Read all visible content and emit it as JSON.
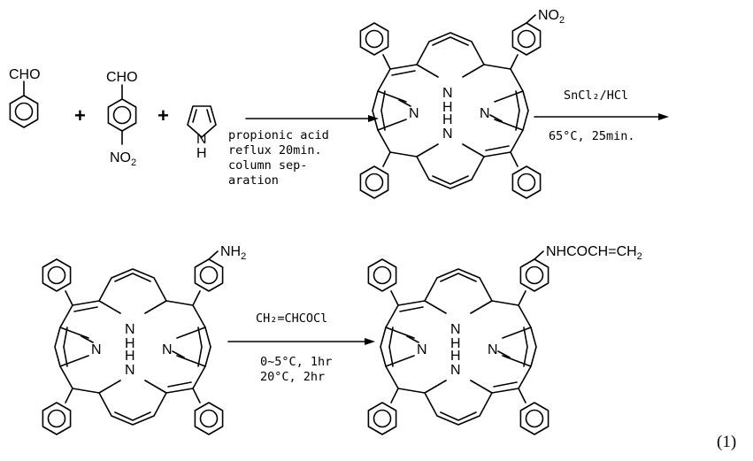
{
  "scheme": {
    "reactants": {
      "benzaldehyde": {
        "label": "CHO"
      },
      "nitrobenzaldehyde": {
        "top": "CHO",
        "bottom": "NO",
        "bottom_sub": "2"
      },
      "pyrrole": {
        "atom": "N",
        "h": "H"
      },
      "plus": "+"
    },
    "porphyrin_atoms": {
      "N": "N",
      "H": "H"
    },
    "step1": {
      "conditions": [
        "propionic acid",
        "reflux  20min.",
        "column sep-",
        "aration"
      ]
    },
    "product1": {
      "substituent": "NO",
      "substituent_sub": "2"
    },
    "step2": {
      "reagent": "SnCl₂/HCl",
      "conditions": "65°C, 25min."
    },
    "product2": {
      "substituent": "NH",
      "substituent_sub": "2"
    },
    "step3": {
      "reagent": "CH₂=CHCOCl",
      "conditions": [
        "0~5°C, 1hr",
        "20°C, 2hr"
      ]
    },
    "product3": {
      "substituent": "NHCOCH=CH",
      "substituent_sub": "2"
    },
    "equation_number": "(1)"
  }
}
